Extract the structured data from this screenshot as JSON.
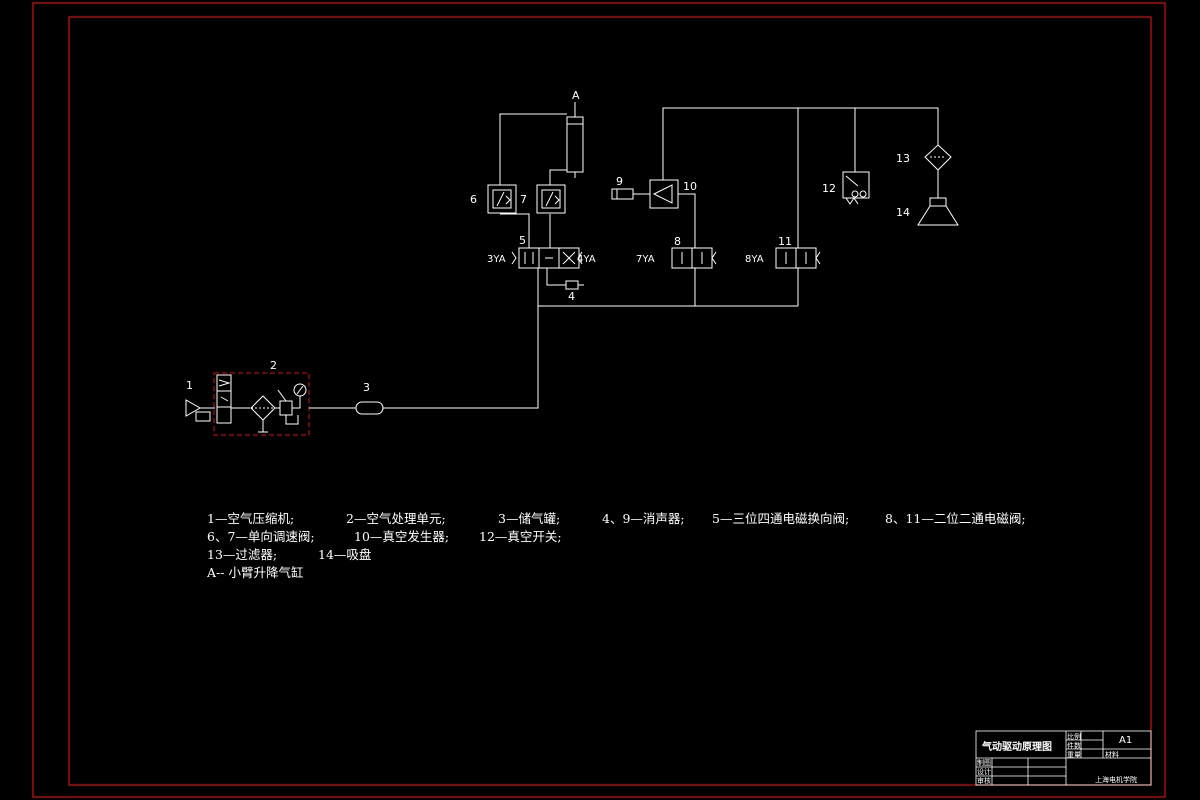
{
  "legend": {
    "line1": [
      {
        "text": "1—空气压缩机;"
      },
      {
        "text": "2—空气处理单元;"
      },
      {
        "text": "3—储气罐;"
      },
      {
        "text": "4、9—消声器;"
      },
      {
        "text": "5—三位四通电磁换向阀;"
      },
      {
        "text": "8、11—二位二通电磁阀;"
      }
    ],
    "line2": [
      {
        "text": "6、7—单向调速阀;"
      },
      {
        "text": "10—真空发生器;"
      },
      {
        "text": "12—真空开关;"
      }
    ],
    "line3": [
      {
        "text": "13—过滤器;"
      },
      {
        "text": "14—吸盘"
      }
    ],
    "line4": [
      {
        "text": "A-- 小臂升降气缸"
      }
    ]
  },
  "labels": {
    "A": "A",
    "n1": "1",
    "n2": "2",
    "n3": "3",
    "n4": "4",
    "n5": "5",
    "n6": "6",
    "n7": "7",
    "n8": "8",
    "n9": "9",
    "n10": "10",
    "n11": "11",
    "n12": "12",
    "n13": "13",
    "n14": "14",
    "sol3": "3YA",
    "sol4": "4YA",
    "sol7": "7YA",
    "sol8": "8YA"
  },
  "title_block": {
    "title": "气动驱动原理图",
    "sheet": "A1",
    "scale_label": "比例",
    "count_label": "件数",
    "weight_label": "重量",
    "material_label": "材料",
    "drawn_label": "制图",
    "design_label": "设计",
    "check_label": "审核",
    "school": "上海电机学院"
  },
  "colors": {
    "background": "#000000",
    "frame": "#d01010",
    "lines": "#ffffff"
  }
}
